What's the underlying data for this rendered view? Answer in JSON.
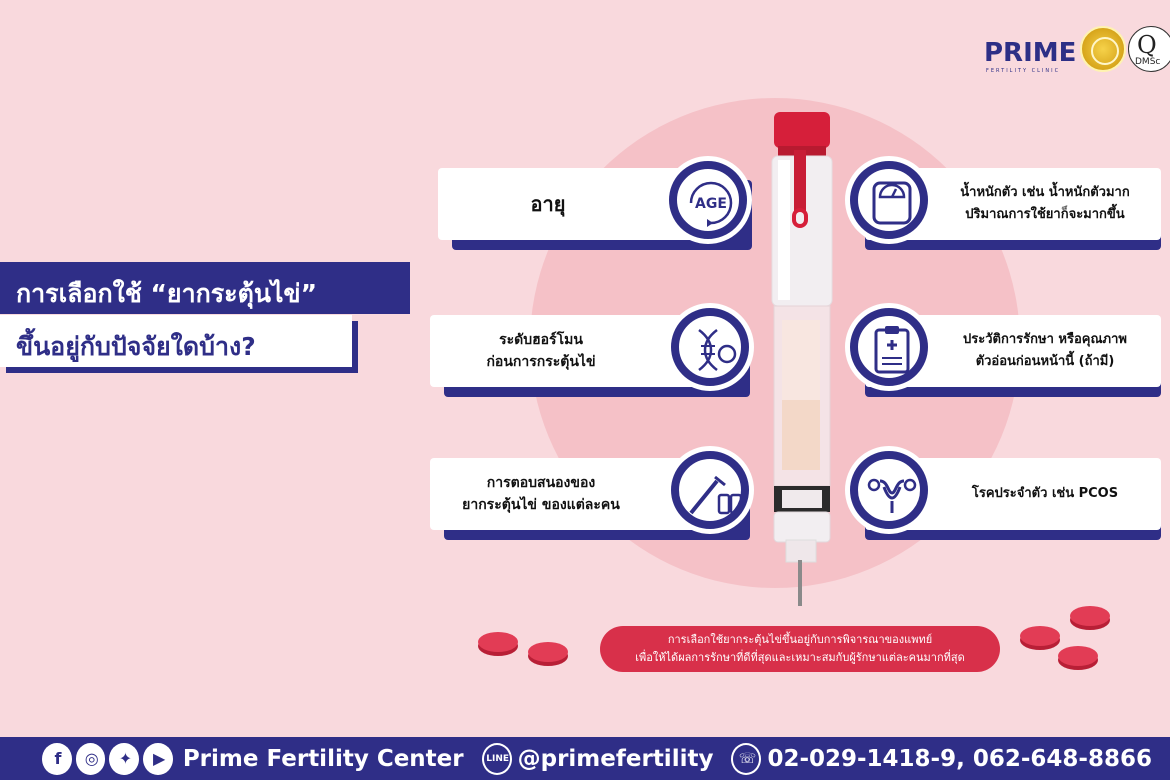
{
  "logo": {
    "brand": "PRIME",
    "tagline": "FERTILITY CLINIC",
    "seal_letter": "Q",
    "seal_text": "DMSc"
  },
  "title": {
    "line1": "การเลือกใช้ “ยากระตุ้นไข่”",
    "line2": "ขึ้นอยู่กับปัจจัยใดบ้าง?"
  },
  "factors": {
    "age": {
      "label": "อายุ",
      "icon_text": "AGE"
    },
    "weight": {
      "line1": "น้ำหนักตัว เช่น น้ำหนักตัวมาก",
      "line2": "ปริมาณการใช้ยาก็จะมากขึ้น"
    },
    "hormone": {
      "line1": "ระดับฮอร์โมน",
      "line2": "ก่อนการกระตุ้นไข่"
    },
    "history": {
      "line1": "ประวัติการรักษา หรือคุณภาพ",
      "line2": "ตัวอ่อนก่อนหน้านี้ (ถ้ามี)"
    },
    "response": {
      "line1": "การตอบสนองของ",
      "line2": "ยากระตุ้นไข่ ของแต่ละคน"
    },
    "disease": {
      "label": "โรคประจำตัว เช่น PCOS"
    }
  },
  "note": {
    "line1": "การเลือกใช้ยากระตุ้นไข่ขึ้นอยู่กับการพิจารณาของแพทย์",
    "line2": "เพื่อให้ได้ผลการรักษาที่ดีที่สุดและเหมาะสมกับผู้รักษาแต่ละคนมากที่สุด"
  },
  "footer": {
    "name": "Prime Fertility Center",
    "line_id": "@primefertility",
    "phone": "02-029-1418-9, 062-648-8866",
    "line_badge": "LINE"
  },
  "colors": {
    "navy": "#2f2e87",
    "pink_bg": "#f9d9dd",
    "red": "#d8304a"
  }
}
